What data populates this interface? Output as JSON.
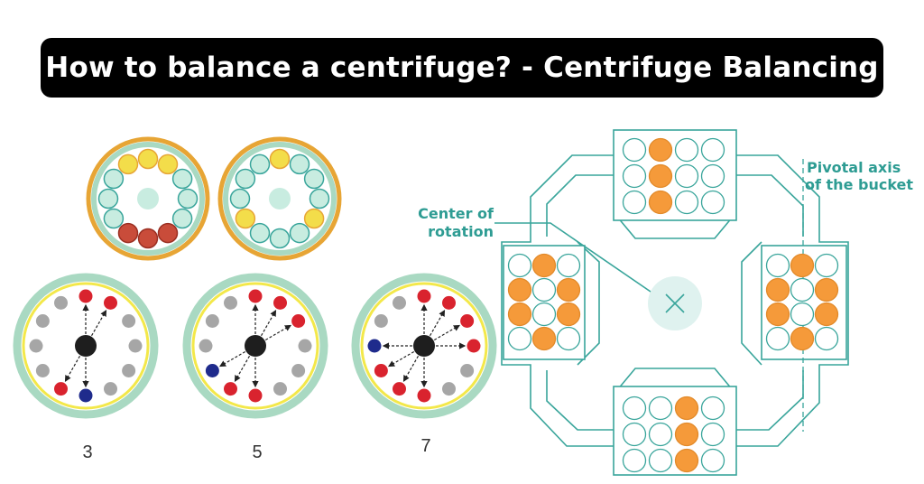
{
  "title": "How to balance a centrifuge? - Centrifuge Balancing",
  "colors": {
    "teal": "#39a59b",
    "orange": "#f59a3a",
    "red": "#d9232e",
    "blue": "#1f2b8c",
    "gray": "#a6a6a6",
    "yellow": "#f3dd4a",
    "brick": "#c94c3a",
    "mint": "#c8ece0",
    "ring": "#a9d9c2",
    "gold": "#e7a535"
  },
  "rotor_examples": {
    "counts": [
      "3",
      "5",
      "7"
    ]
  },
  "bucket_rotor": {
    "center_label_line1": "Center of",
    "center_label_line2": "rotation",
    "axis_label_line1": "Pivotal axis",
    "axis_label_line2": "of the bucket",
    "center_icon": "x-mark-icon"
  }
}
